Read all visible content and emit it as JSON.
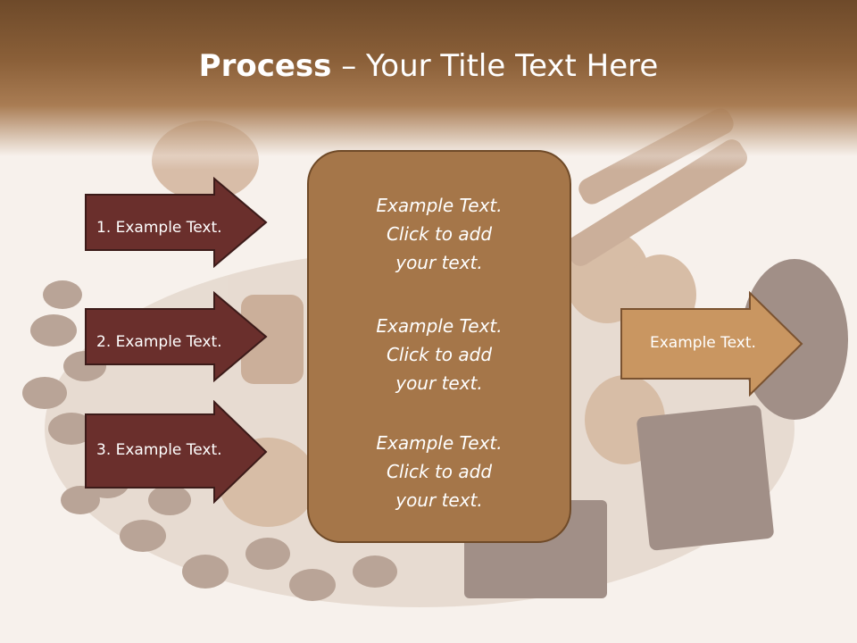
{
  "title": {
    "bold": "Process",
    "dash": " – ",
    "rest": "Your Title Text Here"
  },
  "left_arrows": [
    {
      "label": "1. Example Text."
    },
    {
      "label": "2. Example Text."
    },
    {
      "label": "3. Example Text."
    }
  ],
  "center_panel": {
    "blocks": [
      {
        "line1": "Example Text.",
        "line2": "Click  to add",
        "line3": "your text."
      },
      {
        "line1": "Example Text.",
        "line2": "Click  to add",
        "line3": "your text."
      },
      {
        "line1": "Example Text.",
        "line2": "Click  to add",
        "line3": "your text."
      }
    ]
  },
  "right_arrow": {
    "label": "Example Text."
  },
  "colors": {
    "header": "#8a5f38",
    "left_arrow_fill": "#6a2f2c",
    "panel_fill": "#a57649",
    "right_arrow_fill": "#c99661"
  }
}
